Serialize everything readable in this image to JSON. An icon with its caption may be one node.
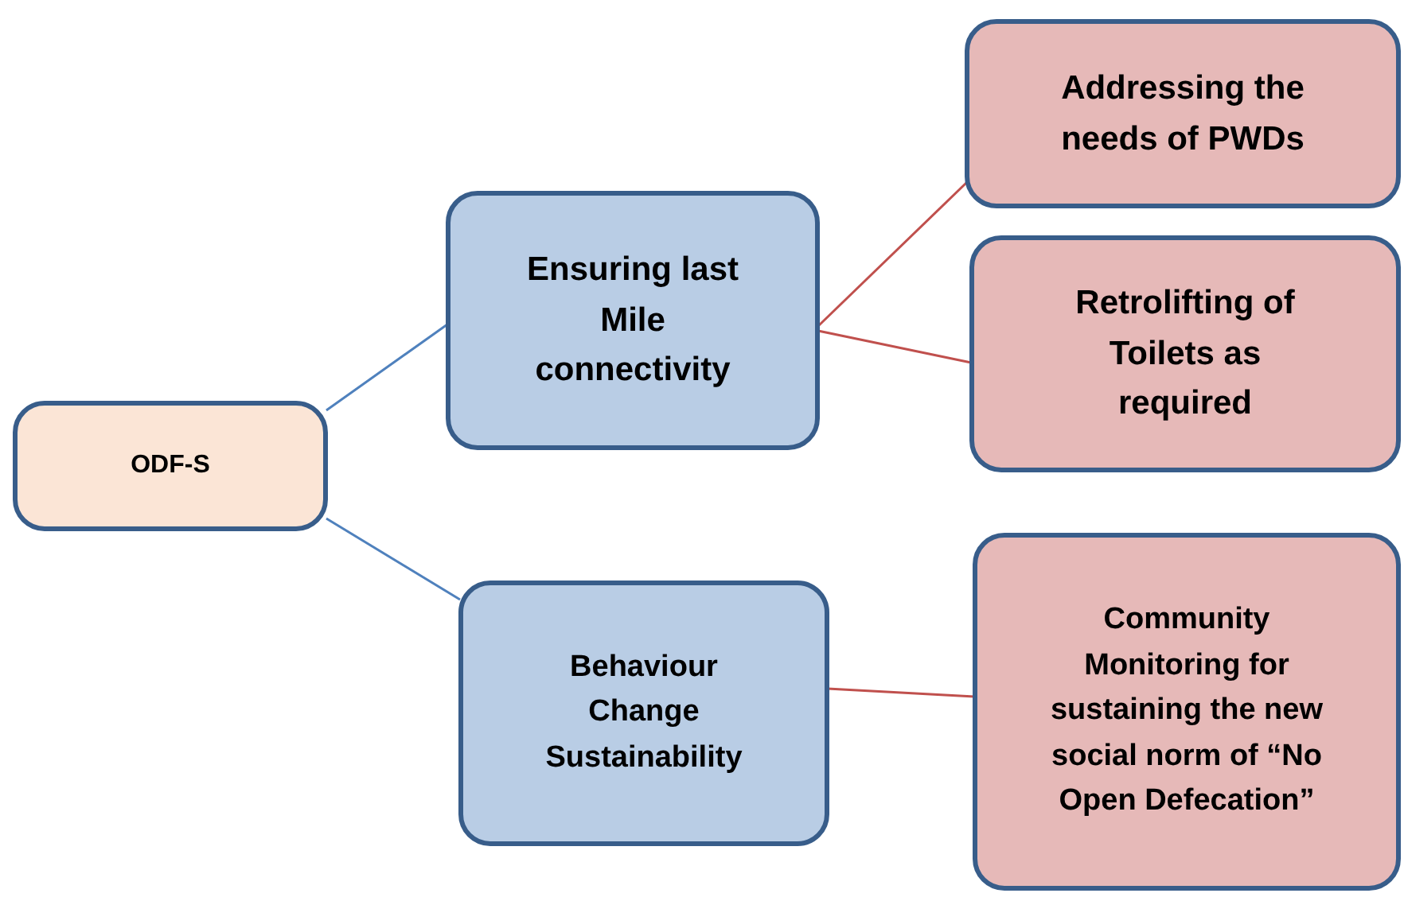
{
  "diagram": {
    "nodes": [
      {
        "text": [
          "ODF-S"
        ]
      },
      {
        "text": [
          "Ensuring last Mile connectivity"
        ]
      },
      {
        "text": [
          "Behaviour Change Sustainability"
        ]
      },
      {
        "text": [
          "Addressing the needs of PWDs"
        ]
      },
      {
        "text": [
          "Retrolifting of Toilets as required"
        ]
      },
      {
        "text": [
          "Community Monitoring for sustaining the new social norm of “No Open Defecation”"
        ]
      }
    ],
    "edges": [
      {
        "from": 0,
        "to": 1,
        "arrow": "none",
        "color": "#4f81bd"
      },
      {
        "from": 0,
        "to": 2,
        "arrow": "none",
        "color": "#4f81bd"
      },
      {
        "from": 1,
        "to": 3,
        "arrow": "none",
        "color": "#c0504d"
      },
      {
        "from": 1,
        "to": 4,
        "arrow": "none",
        "color": "#c0504d"
      },
      {
        "from": 2,
        "to": 5,
        "arrow": "none",
        "color": "#c0504d"
      }
    ]
  }
}
